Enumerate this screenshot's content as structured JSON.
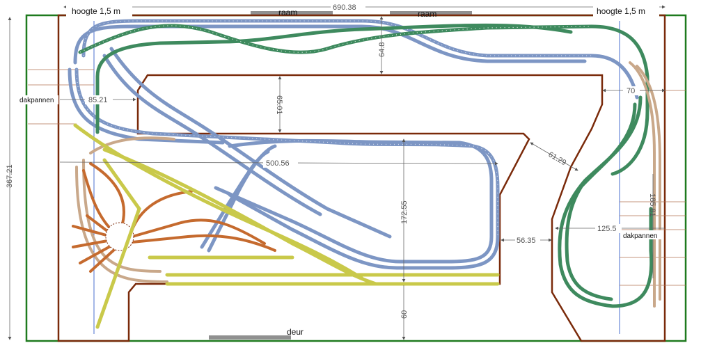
{
  "labels": {
    "height_left": "hoogte 1,5 m",
    "height_right": "hoogte 1,5 m",
    "window_1": "raam",
    "window_2": "raam",
    "door": "deur",
    "roof_left": "dakpannen",
    "roof_right": "dakpannen"
  },
  "dimensions": {
    "total_width": "690.38",
    "total_height": "367.21",
    "upper_gap": "64.8",
    "inner_gap": "65.01",
    "left_depth": "85.21",
    "right_depth": "70",
    "diagonal": "61.29",
    "inner_width": "500.56",
    "center_height": "172.55",
    "center_bottom": "60",
    "aisle": "56.35",
    "right_module": "125.5",
    "right_vertical": "185.81"
  },
  "colors": {
    "room_border": "#1e7a1e",
    "table_outline": "#7a2a0a",
    "track_blue": "#7d96c4",
    "track_green": "#3e8a5e",
    "track_yellow": "#c9c94a",
    "track_orange": "#c56a2e",
    "track_tan": "#c9a88a",
    "window": "#909090"
  }
}
